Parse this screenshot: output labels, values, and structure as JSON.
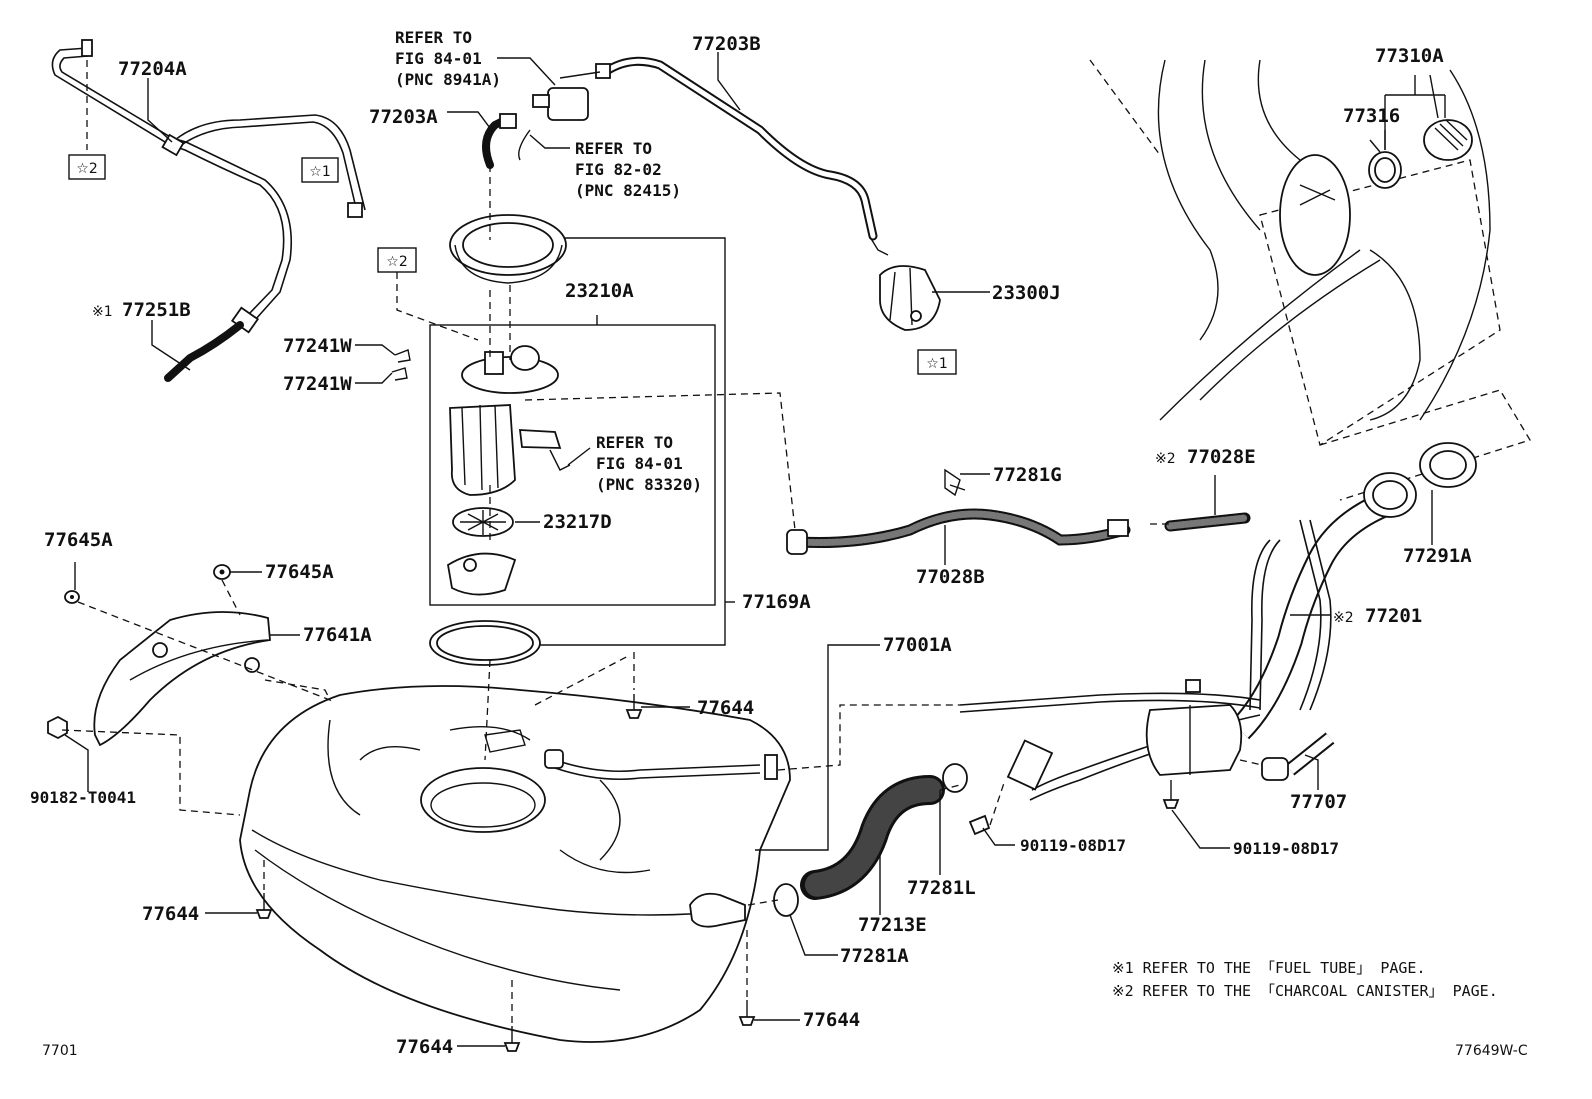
{
  "labels": {
    "l77204A": "77204A",
    "l77203B": "77203B",
    "l77310A": "77310A",
    "l77316": "77316",
    "l77203A": "77203A",
    "l23300J": "23300J",
    "l23210A": "23210A",
    "l77241W_1": "77241W",
    "l77241W_2": "77241W",
    "l77251B": "77251B",
    "l77281G": "77281G",
    "l77028E": "77028E",
    "l77028B": "77028B",
    "l77291A": "77291A",
    "l23217D": "23217D",
    "l77645A_1": "77645A",
    "l77645A_2": "77645A",
    "l77641A": "77641A",
    "l77169A": "77169A",
    "l77001A": "77001A",
    "l77201": "77201",
    "l77644_1": "77644",
    "l77644_2": "77644",
    "l77644_3": "77644",
    "l77644_4": "77644",
    "l90182": "90182-T0041",
    "l90119_1": "90119-08D17",
    "l90119_2": "90119-08D17",
    "l77707": "77707",
    "l77281L": "77281L",
    "l77213E": "77213E",
    "l77281A": "77281A"
  },
  "marks": {
    "star1": "☆1",
    "star2": "☆2",
    "ref1": "※1",
    "ref2": "※2"
  },
  "refer_blocks": {
    "r1_line1": "REFER TO",
    "r1_line2": "FIG 84-01",
    "r1_line3": "(PNC 8941A)",
    "r2_line1": "REFER TO",
    "r2_line2": "FIG 82-02",
    "r2_line3": "(PNC 82415)",
    "r3_line1": "REFER TO",
    "r3_line2": "FIG 84-01",
    "r3_line3": "(PNC 83320)"
  },
  "footnotes": {
    "note1": "※1 REFER TO THE 「FUEL TUBE」 PAGE.",
    "note2": "※2 REFER TO THE 「CHARCOAL CANISTER」 PAGE."
  },
  "corner": {
    "left_code": "7701",
    "right_code": "77649W-C"
  }
}
